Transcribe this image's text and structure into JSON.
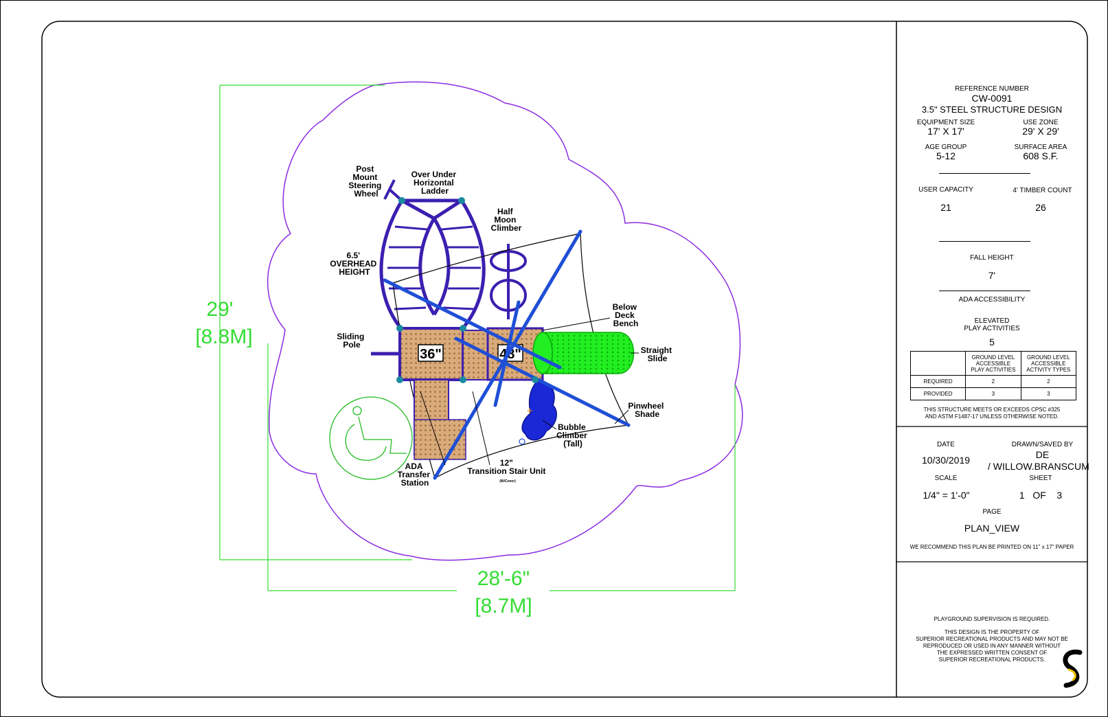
{
  "plan": {
    "dimensions": {
      "height_ft": "29'",
      "height_m": "[8.8M]",
      "width_ft": "28'-6\"",
      "width_m": "[8.7M]"
    },
    "deck_heights": {
      "deck_a": "36\"",
      "deck_b": "48\""
    },
    "labels": {
      "steering_wheel": [
        "Post",
        "Mount",
        "Steering",
        "Wheel"
      ],
      "ladder": [
        "Over Under",
        "Horizontal",
        "Ladder"
      ],
      "half_moon": [
        "Half",
        "Moon",
        "Climber"
      ],
      "overhead": [
        "6.5'",
        "OVERHEAD",
        "HEIGHT"
      ],
      "sliding_pole": [
        "Sliding",
        "Pole"
      ],
      "bench": [
        "Below",
        "Deck",
        "Bench"
      ],
      "slide": [
        "Straight",
        "Slide"
      ],
      "shade": [
        "Pinwheel",
        "Shade"
      ],
      "bubble": [
        "Bubble",
        "Climber",
        "(Tall)"
      ],
      "ada_transfer": [
        "ADA",
        "Transfer",
        "Station"
      ],
      "stair": [
        "12\"",
        "Transition Stair Unit",
        "(W/Cover)"
      ]
    },
    "colors": {
      "use_zone": "#8b2be2",
      "structure": "#3b1fb0",
      "shade": "#1f4fd6",
      "slide": "#22ee22",
      "deck": "#d9aa7a",
      "dimension": "#33dd33"
    }
  },
  "title_block": {
    "reference_label": "REFERENCE NUMBER",
    "reference_number": "CW-0091",
    "design": "3.5\" STEEL STRUCTURE DESIGN",
    "equipment_size_label": "EQUIPMENT SIZE",
    "equipment_size": "17' X 17'",
    "use_zone_label": "USE ZONE",
    "use_zone": "29' X 29'",
    "age_group_label": "AGE GROUP",
    "age_group": "5-12",
    "surface_area_label": "SURFACE AREA",
    "surface_area": "608 S.F.",
    "user_capacity_label": "USER CAPACITY",
    "user_capacity": "21",
    "timber_count_label": "4' TIMBER COUNT",
    "timber_count": "26",
    "fall_height_label": "FALL HEIGHT",
    "fall_height": "7'",
    "ada_label": "ADA ACCESSIBILITY",
    "elevated_label_1": "ELEVATED",
    "elevated_label_2": "PLAY ACTIVITIES",
    "elevated_value": "5",
    "ada_table": {
      "col1": [
        "GROUND LEVEL",
        "ACCESSIBLE",
        "PLAY ACTIVITIES"
      ],
      "col2": [
        "GROUND LEVEL",
        "ACCESSIBLE",
        "ACTIVITY TYPES"
      ],
      "rows": [
        {
          "label": "REQUIRED",
          "a": "2",
          "b": "2"
        },
        {
          "label": "PROVIDED",
          "a": "3",
          "b": "3"
        }
      ]
    },
    "compliance_1": "THIS STRUCTURE MEETS OR EXCEEDS CPSC #325",
    "compliance_2": "AND ASTM F1487-17 UNLESS OTHERWISE NOTED.",
    "date_label": "DATE",
    "date": "10/30/2019",
    "drawn_label": "DRAWN/SAVED BY",
    "drawn_1": "DE",
    "drawn_2": "/ WILLOW.BRANSCUM",
    "scale_label": "SCALE",
    "scale": "1/4\" = 1'-0\"",
    "sheet_label": "SHEET",
    "sheet": "1   OF    3",
    "page_label": "PAGE",
    "page": "PLAN_VIEW",
    "print_note": "WE RECOMMEND THIS PLAN BE PRINTED ON 11\" x 17\" PAPER",
    "supervision": "PLAYGROUND SUPERVISION IS REQUIRED.",
    "property_lines": [
      "THIS DESIGN IS THE PROPERTY OF",
      "SUPERIOR RECREATIONAL PRODUCTS AND MAY NOT BE",
      "REPRODUCED OR USED IN ANY MANNER WITHOUT",
      "THE EXPRESSED WRITTEN CONSENT OF",
      "SUPERIOR RECREATIONAL PRODUCTS."
    ]
  }
}
